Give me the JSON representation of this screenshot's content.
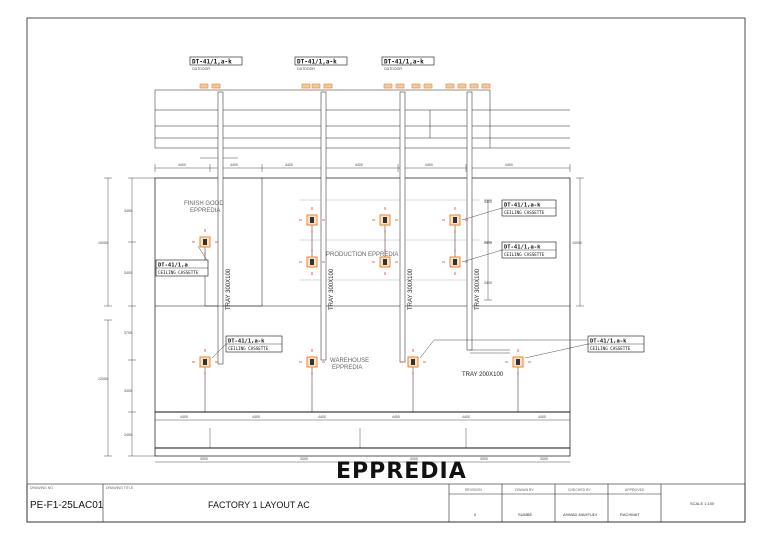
{
  "drawing": {
    "brand_logo_text": "EPPREDIA",
    "top_units": [
      {
        "tag": "DT-41/1,a-k",
        "sub": "OUTDOOR"
      },
      {
        "tag": "DT-41/1,a-k",
        "sub": "OUTDOOR"
      },
      {
        "tag": "DT-41/1,a-k",
        "sub": "OUTDOOR"
      }
    ],
    "zones": {
      "finish_good": "FINISH GOOD",
      "finish_good_sub": "EPPREDIA",
      "production": "PRODUCTION EPPREDIA",
      "warehouse": "WAREHOUSE",
      "warehouse_sub": "EPPREDIA"
    },
    "trays": {
      "main": "TRAY 300X100",
      "small": "TRAY 200X100"
    },
    "unit_tags": [
      {
        "tag": "DT-41/1,a-k",
        "sub": "CEILING CASSETTE"
      },
      {
        "tag": "DT-41/1,a-k",
        "sub": "CEILING CASSETTE"
      },
      {
        "tag": "DT-41/1,a",
        "sub": "CEILING CASSETTE"
      },
      {
        "tag": "DT-41/1,a-k",
        "sub": "CEILING CASSETTE"
      },
      {
        "tag": "DT-41/1,a-k",
        "sub": "CEILING CASSETTE"
      }
    ],
    "dimensions": {
      "left_total_top": "10000",
      "left_total_bottom": "12000",
      "left_seg": [
        "3400",
        "3400",
        "3700",
        "3400",
        "2400"
      ],
      "right_total": "10000",
      "right_seg": [
        "3400",
        "3400",
        "3400"
      ],
      "top_row": [
        "4400",
        "4400",
        "4400",
        "4400",
        "4400",
        "4400"
      ],
      "bottom_row": [
        "4400",
        "4400",
        "4400",
        "4400",
        "4400",
        "4400"
      ],
      "base_row": [
        "3000",
        "3000",
        "3000",
        "3000",
        "3000"
      ]
    }
  },
  "title_block": {
    "drawing_no": "PE-F1-25LAC01",
    "drawing_title": "FACTORY 1 LAYOUT AC",
    "rev_value": "0",
    "scale": "SCALE 1:100",
    "drawn_by": "SUMBE",
    "checked_by": "AHMAD MAHFUDI",
    "approved_by": "RACHMAT",
    "small_labels": [
      "DRAWING NO",
      "DRAWING TITLE",
      "REVISION",
      "DRAWN BY",
      "CHECKED BY",
      "APPROVED"
    ]
  },
  "colors": {
    "line": "#1a1a1a",
    "unit_orange": "#e8862e",
    "arrow_red": "#d9442a",
    "tray_gray": "#555555"
  }
}
